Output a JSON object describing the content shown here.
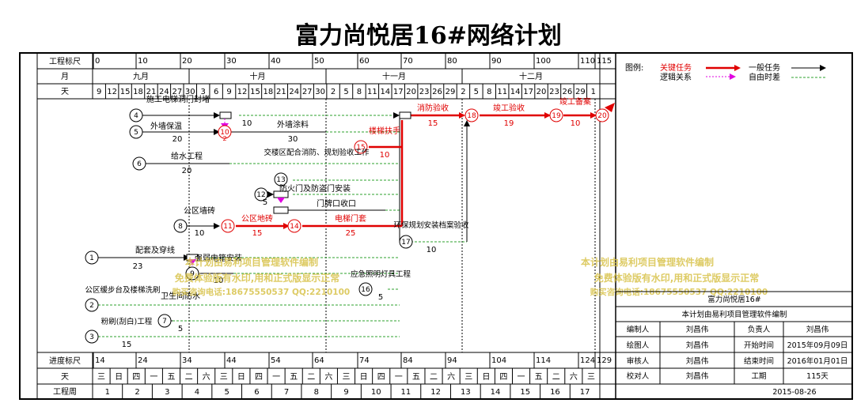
{
  "title": "富力尚悦居16#网络计划",
  "rows": {
    "scale_top": "工程标尺",
    "month": "月",
    "day": "天",
    "progress_scale": "进度标尺",
    "weekday": "天",
    "week": "工程周"
  },
  "top_scale": [
    "0",
    "10",
    "20",
    "30",
    "40",
    "50",
    "60",
    "70",
    "80",
    "90",
    "100",
    "110",
    "115"
  ],
  "months": [
    "九月",
    "十月",
    "十一月",
    "十二月"
  ],
  "days": [
    "9",
    "12",
    "15",
    "18",
    "21",
    "24",
    "27",
    "30",
    "3",
    "6",
    "9",
    "12",
    "15",
    "18",
    "21",
    "24",
    "27",
    "30",
    "2",
    "5",
    "8",
    "11",
    "14",
    "17",
    "20",
    "23",
    "26",
    "29",
    "2",
    "5",
    "8",
    "11",
    "14",
    "17",
    "20",
    "23",
    "26",
    "29",
    "1"
  ],
  "bottom_scale": [
    "14",
    "24",
    "34",
    "44",
    "54",
    "64",
    "74",
    "84",
    "94",
    "104",
    "114",
    "124",
    "129"
  ],
  "weekdays": [
    "三",
    "日",
    "四",
    "一",
    "五",
    "二",
    "六",
    "三",
    "日",
    "四",
    "一",
    "五",
    "二",
    "六",
    "三",
    "日",
    "四",
    "一",
    "五",
    "二",
    "六",
    "三",
    "日",
    "四",
    "一",
    "五",
    "二",
    "六",
    "三"
  ],
  "weeks": [
    "1",
    "2",
    "3",
    "4",
    "5",
    "6",
    "7",
    "8",
    "9",
    "10",
    "11",
    "12",
    "13",
    "14",
    "15",
    "16",
    "17"
  ],
  "legend": {
    "label": "图例:",
    "critical": "关键任务",
    "normal": "一般任务",
    "logic": "逻辑关系",
    "free_float": "自由时差"
  },
  "tasks": [
    {
      "name": "施工电梯洞门封堵",
      "dur": ""
    },
    {
      "name": "外墙保温",
      "dur": "20"
    },
    {
      "name": "外墙涂料",
      "dur": "30"
    },
    {
      "name": "给水工程",
      "dur": "20"
    },
    {
      "name": "交楼区配合消防、规划验收工作",
      "dur": ""
    },
    {
      "name": "防火门及防盗门安装",
      "dur": "5"
    },
    {
      "name": "门牌口收口",
      "dur": ""
    },
    {
      "name": "公区墙砖",
      "dur": "10"
    },
    {
      "name": "公区地砖",
      "dur": "15"
    },
    {
      "name": "电梯门套",
      "dur": "25"
    },
    {
      "name": "楼梯扶手",
      "dur": "10"
    },
    {
      "name": "消防验收",
      "dur": "15"
    },
    {
      "name": "竣工验收",
      "dur": "19"
    },
    {
      "name": "竣工备案",
      "dur": "10"
    },
    {
      "name": "环保规划安装档案验收",
      "dur": "10"
    },
    {
      "name": "配套及穿线",
      "dur": "23"
    },
    {
      "name": "强弱电箱安装",
      "dur": "10"
    },
    {
      "name": "应急照明灯具工程",
      "dur": "5"
    },
    {
      "name": "公区缓步台及楼梯洗刷",
      "dur": ""
    },
    {
      "name": "卫生间防水",
      "dur": "5"
    },
    {
      "name": "粉刷(刮白)工程",
      "dur": "15"
    }
  ],
  "durations_misc": [
    "10",
    "10",
    "2"
  ],
  "nodes": [
    "1",
    "2",
    "3",
    "4",
    "5",
    "6",
    "7",
    "8",
    "9",
    "10",
    "11",
    "12",
    "13",
    "14",
    "15",
    "16",
    "17",
    "18",
    "19",
    "20"
  ],
  "watermark": {
    "line1": "本计划由易利项目管理软件编制",
    "line2": "免费体验版有水印,用和正式版显示正常",
    "line3a": "购买咨询电话:18675550537 QQ:2210100",
    "line3b": "购买咨询电话:18675550537 QQ:2210100"
  },
  "info": {
    "project": "富力尚悦居16#",
    "note": "本计划由易利项目管理软件编制",
    "r1": [
      "编制人",
      "刘昌伟",
      "负责人",
      "刘昌伟"
    ],
    "r2": [
      "绘图人",
      "刘昌伟",
      "开始时间",
      "2015年09月09日"
    ],
    "r3": [
      "审核人",
      "刘昌伟",
      "结束时间",
      "2016年01月01日"
    ],
    "r4": [
      "校对人",
      "刘昌伟",
      "工期",
      "115天"
    ],
    "date": "2015-08-26"
  },
  "colors": {
    "critical": "#e00000",
    "float": "#2ca02c",
    "logic": "#e000e0",
    "text": "#000000"
  }
}
